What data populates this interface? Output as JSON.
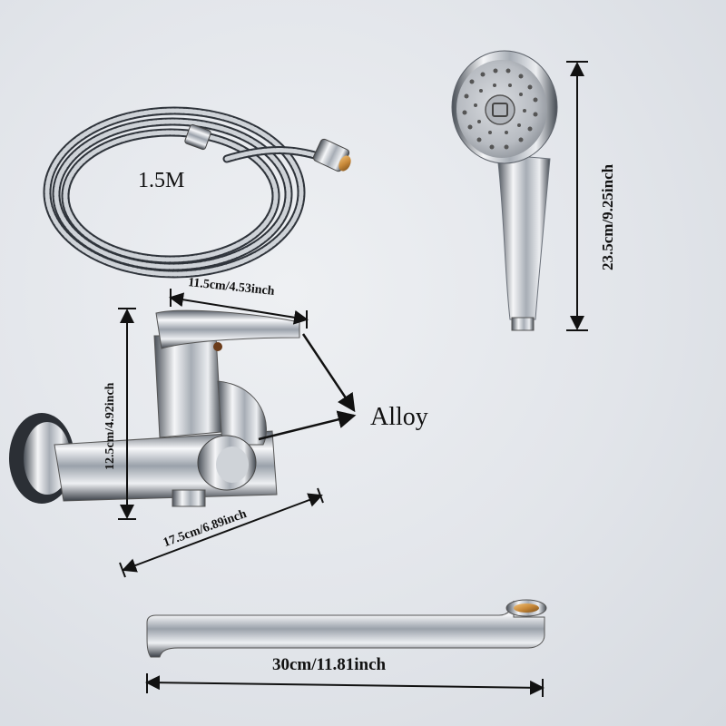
{
  "labels": {
    "hose_length": "1.5M",
    "handle_width": "11.5cm/4.53inch",
    "body_height": "12.5cm/4.92inch",
    "body_width": "17.5cm/6.89inch",
    "material": "Alloy",
    "shower_height": "23.5cm/9.25inch",
    "spout_length": "30cm/11.81inch"
  },
  "colors": {
    "background": "#e2e5ea",
    "chrome_dark": "#3a3f47",
    "chrome_light": "#f7f8fa",
    "brass": "#c98a3a",
    "arrow": "#111111"
  }
}
